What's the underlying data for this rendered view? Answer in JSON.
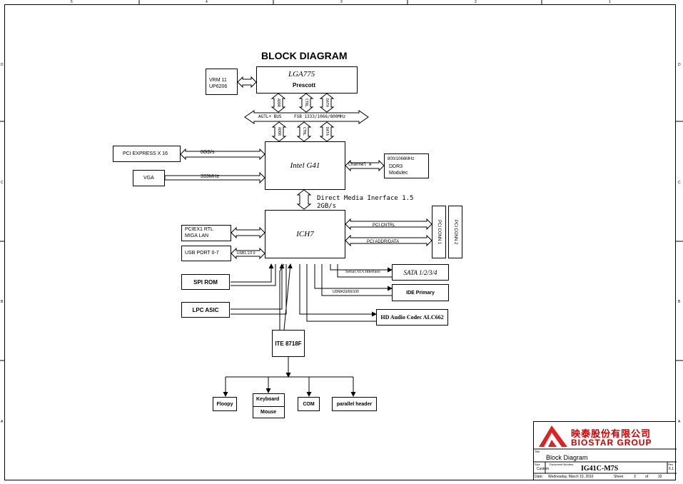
{
  "diagram": {
    "title": "BLOCK DIAGRAM",
    "cpu": {
      "name": "LGA775",
      "sub": "Prescott"
    },
    "vrm": {
      "line1": "VRM 11",
      "line2": "UP6206"
    },
    "fsb": {
      "left": "AGTL+ BUS",
      "right": "FSB 1333/1066/800MHz"
    },
    "cpu_sig_top": [
      "ADDR",
      "CTRL",
      "DATA"
    ],
    "cpu_sig_bottom": [
      "ADDR",
      "CTRL",
      "DATA"
    ],
    "northbridge": "Intel G41",
    "pcie": {
      "label": "PCI EXPRESS X 16",
      "speed": "8GB/s"
    },
    "vga": {
      "label": "VGA",
      "speed": "333MHz"
    },
    "memory": {
      "channel": "Channel A",
      "line1": "800/1066MHz",
      "line2": "DDR3",
      "line3": "Modulec"
    },
    "dmi": {
      "line1": "Direct Media Inerface 1.5",
      "line2": "2GB/s"
    },
    "southbridge": "ICH7",
    "pci_cntrl": "PCI CNTRL",
    "pci_addr": "PCI ADDR/DATA",
    "pci_conn1": "PCI CONN 1",
    "pci_conn2": "PCI CONN 2",
    "lan": {
      "line1": "PCIEX1 RTL",
      "line2": "MIGA LAN"
    },
    "usb": {
      "label": "USB PORT 0-7",
      "speed": "USB1.1/2.0"
    },
    "spi": "SPI ROM",
    "lpc": "LPC ASIC",
    "sata": {
      "iface": "Serial ATA Interface",
      "label": "SATA 1/2/3/4"
    },
    "ide": {
      "iface": "UDMA33/66/100",
      "label": "IDE Primary"
    },
    "audio": "HD Audio Codec ALC662",
    "superio": "ITE 8718F",
    "peripherals": {
      "floppy": "Floopy",
      "keyboard": "Keyboard",
      "mouse": "Mouse",
      "com": "COM",
      "parallel": "parallel header"
    }
  },
  "title_block": {
    "company_cn": "映泰股份有限公司",
    "company_en": "BIOSTAR GROUP",
    "title_label": "Title",
    "title": "Block Diagram",
    "size_label": "Size",
    "size": "Custom",
    "docnum_label": "Document Number",
    "docnum": "IG41C-M7S",
    "rev_label": "Rev",
    "rev": "6.1",
    "date_label": "Date:",
    "date": "Wednesday, March 10, 2010",
    "sheet_label": "Sheet",
    "sheet": "3",
    "of_label": "of",
    "total": "32"
  },
  "border": {
    "top_cols": [
      "5",
      "4",
      "3",
      "2",
      "1"
    ],
    "side_rows": [
      "D",
      "C",
      "B",
      "A"
    ]
  }
}
